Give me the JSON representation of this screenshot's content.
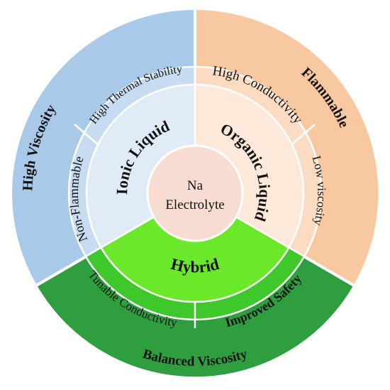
{
  "center": {
    "line1": "Na",
    "line2": "Electrolyte"
  },
  "ionic": {
    "title": "Ionic Liquid",
    "properties": [
      "High Thermal Stability",
      "Non-Flammable"
    ],
    "outer": "High Viscosity"
  },
  "organic": {
    "title": "Organic Liquid",
    "properties": [
      "High Conductivity",
      "Low viscosity"
    ],
    "outer": "Flammable"
  },
  "hybrid": {
    "title": "Hybrid",
    "properties": [
      "Tunable Conductivity",
      "Improved Safety"
    ],
    "outer": "Balanced Viscosity"
  },
  "colors": {
    "ionic_outer": "#a9c9e8",
    "ionic_mid": "#c8dcf1",
    "ionic_inner": "#e0ebf7",
    "organic_outer": "#f8c9a0",
    "organic_mid": "#fbdcc2",
    "organic_inner": "#fde9da",
    "hybrid_outer": "#2e9e3e",
    "hybrid_mid": "#3fc82b",
    "hybrid_inner": "#6be82a",
    "center": "#f7ddd1"
  }
}
